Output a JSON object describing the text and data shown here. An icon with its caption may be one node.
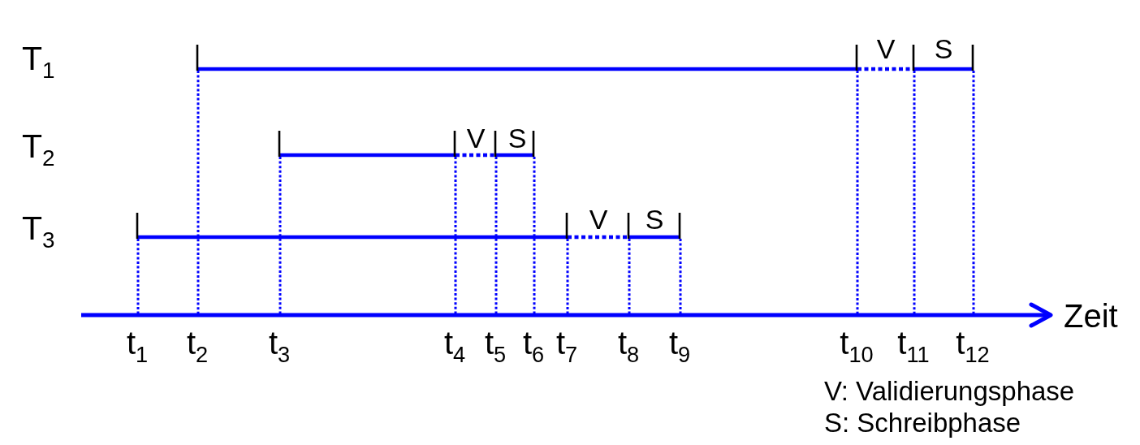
{
  "diagram": {
    "labels": [
      "T$_{1}$",
      "V",
      "S",
      "T$_{2}$",
      "V",
      "S",
      "T$_{3}$",
      "V",
      "S",
      "Zeit",
      "t$_{1}$",
      "t$_{2}$",
      "t$_{3}$",
      "t$_{4}$",
      "t$_{5}$",
      "t$_{6}$",
      "t$_{7}$",
      "t$_{8}$",
      "t$_{9}$",
      "t$_{10}$",
      "t$_{11}$",
      "t$_{12}$",
      "V: Validierungsphase",
      "S: Schreibphase"
    ]
  }
}
